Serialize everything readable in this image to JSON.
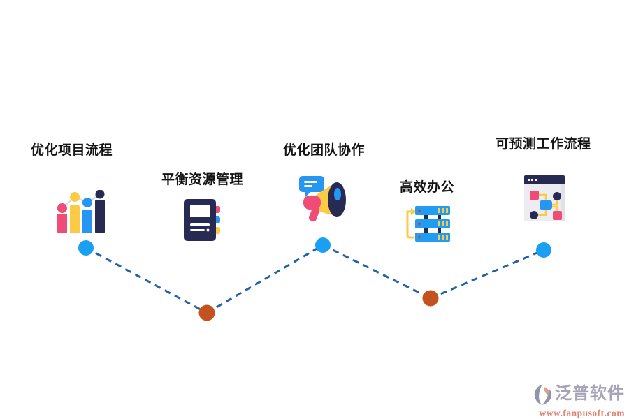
{
  "page": {
    "background_color": "#ffffff",
    "type": "infographic-zigzag-diagram"
  },
  "diagram": {
    "nodes": [
      {
        "id": "node-1",
        "label": "优化项目流程",
        "icon": "bar-chart-icon",
        "dot_color": "#1b9ff2",
        "position": "high"
      },
      {
        "id": "node-2",
        "label": "平衡资源管理",
        "icon": "notebook-icon",
        "dot_color": "#c4521f",
        "position": "low"
      },
      {
        "id": "node-3",
        "label": "优化团队协作",
        "icon": "megaphone-icon",
        "dot_color": "#1b9ff2",
        "position": "high"
      },
      {
        "id": "node-4",
        "label": "高效办公",
        "icon": "server-stack-icon",
        "dot_color": "#c4521f",
        "position": "low"
      },
      {
        "id": "node-5",
        "label": "可预测工作流程",
        "icon": "browser-flowchart-icon",
        "dot_color": "#1b9ff2",
        "position": "high"
      }
    ],
    "connector": {
      "style": "dashed",
      "color": "#2263a8"
    },
    "palette": {
      "pink": "#ef4d78",
      "yellow": "#fccb45",
      "blue": "#2597f3",
      "navy": "#272b54",
      "bright_blue": "#1b9ff2",
      "burnt_orange": "#c4521f"
    }
  },
  "watermark": {
    "company": "泛普软件",
    "url": "www.fanpusoft.com",
    "company_color": "#a6a2b8",
    "url_color": "#e0826f"
  }
}
